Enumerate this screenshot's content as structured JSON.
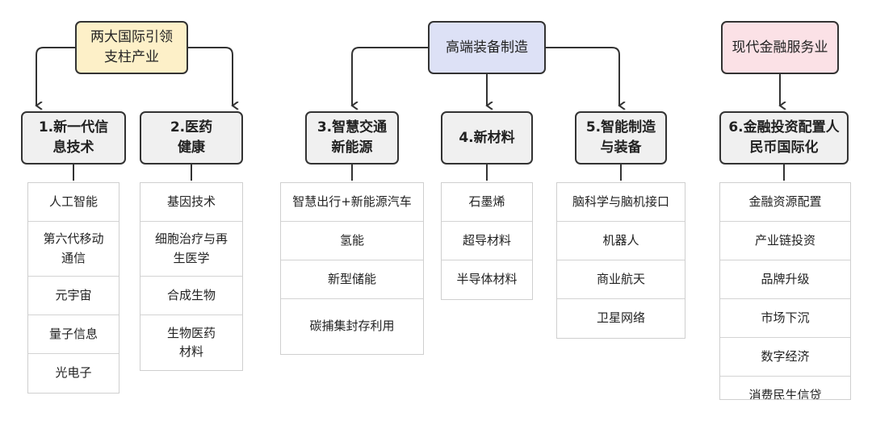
{
  "sources": [
    {
      "id": "s1",
      "text": "两大国际引领\n支柱产业",
      "color": "#fdf0c8"
    },
    {
      "id": "s2",
      "text": "高端装备制造",
      "color": "#dde1f6"
    },
    {
      "id": "s3",
      "text": "现代金融服务业",
      "color": "#fbe1e6"
    }
  ],
  "categories": [
    {
      "id": "c1",
      "title": "1.新一代信\n息技术",
      "items": [
        "人工智能",
        "第六代移动\n通信",
        "元宇宙",
        "量子信息",
        "光电子"
      ]
    },
    {
      "id": "c2",
      "title": "2.医药\n健康",
      "items": [
        "基因技术",
        "细胞治疗与再\n生医学",
        "合成生物",
        "生物医药\n材料"
      ]
    },
    {
      "id": "c3",
      "title": "3.智慧交通\n新能源",
      "items": [
        "智慧出行+新能源汽车",
        "氢能",
        "新型储能",
        "碳捕集封存利用"
      ]
    },
    {
      "id": "c4",
      "title": "4.新材料",
      "items": [
        "石墨烯",
        "超导材料",
        "半导体材料"
      ]
    },
    {
      "id": "c5",
      "title": "5.智能制造\n与装备",
      "items": [
        "脑科学与脑机接口",
        "机器人",
        "商业航天",
        "卫星网络"
      ]
    },
    {
      "id": "c6",
      "title": "6.金融投资配置人\n民币国际化",
      "items": [
        "金融资源配置",
        "产业链投资",
        "品牌升级",
        "市场下沉",
        "数字经济",
        "消费民生信贷"
      ]
    }
  ]
}
